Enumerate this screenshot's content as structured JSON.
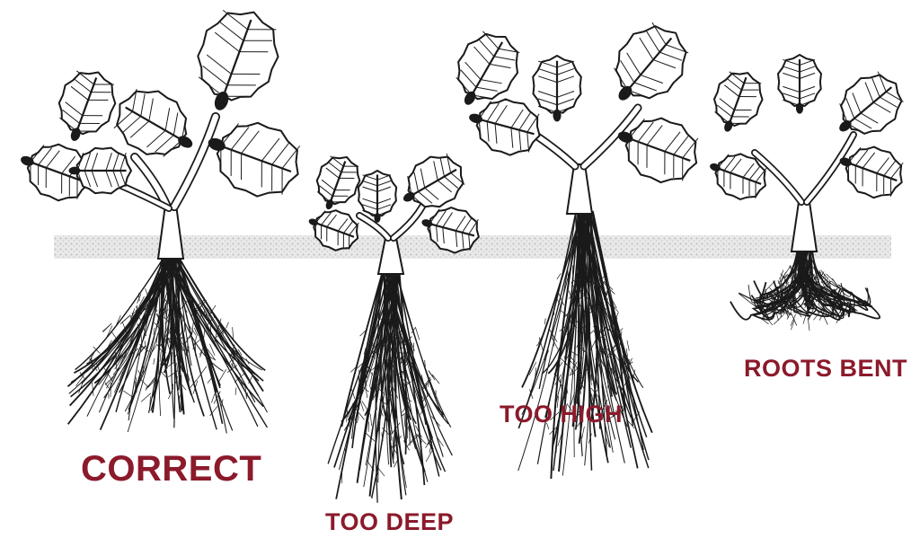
{
  "colors": {
    "label": "#8b1a2b",
    "ink": "#1a1a1a",
    "soil_line": "#cfcfcf"
  },
  "labels": {
    "correct": "CORRECT",
    "too_deep": "TOO DEEP",
    "too_high": "TOO HIGH",
    "roots_bent": "ROOTS BENT"
  },
  "icons": {
    "plant_correct": "strawberry-plant-icon",
    "plant_too_deep": "strawberry-plant-icon",
    "plant_too_high": "strawberry-plant-icon",
    "plant_roots_bent": "strawberry-plant-icon",
    "soil_line": "soil-line-icon"
  }
}
